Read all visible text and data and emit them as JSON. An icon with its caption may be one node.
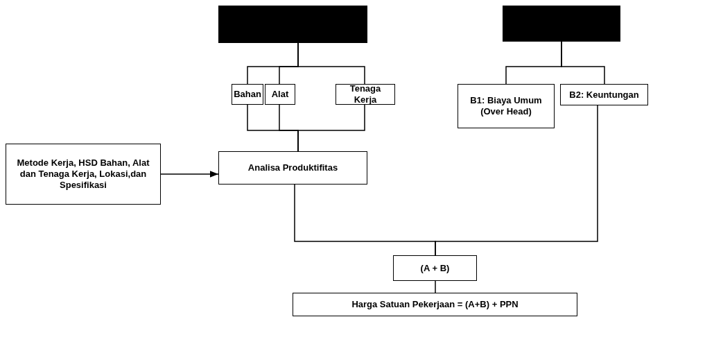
{
  "diagram": {
    "nodes": [
      {
        "text": [],
        "shape": "box"
      },
      {
        "text": [],
        "shape": "box"
      },
      {
        "text": [
          "Bahan"
        ]
      },
      {
        "text": [
          "Alat"
        ]
      },
      {
        "text": [
          "Tenaga Kerja"
        ]
      },
      {
        "text": [
          "B1: Biaya Umum (Over Head)"
        ]
      },
      {
        "text": [
          "B2: Keuntungan"
        ]
      },
      {
        "text": [
          "Metode Kerja, HSD Bahan, Alat dan Tenaga Kerja, Lokasi,dan Spesifikasi"
        ]
      },
      {
        "text": [
          "Analisa Produktifitas"
        ]
      },
      {
        "text": [
          "(A + B)"
        ]
      },
      {
        "text": [
          "Harga Satuan Pekerjaan = (A+B) + PPN"
        ]
      }
    ],
    "edges": [
      {
        "from": 0,
        "to": 2,
        "arrow": "none"
      },
      {
        "from": 0,
        "to": 3,
        "arrow": "none"
      },
      {
        "from": 0,
        "to": 4,
        "arrow": "none"
      },
      {
        "from": 2,
        "to": 8,
        "arrow": "none"
      },
      {
        "from": 3,
        "to": 8,
        "arrow": "none"
      },
      {
        "from": 4,
        "to": 8,
        "arrow": "none"
      },
      {
        "from": 1,
        "to": 5,
        "arrow": "none"
      },
      {
        "from": 1,
        "to": 6,
        "arrow": "none"
      },
      {
        "from": 7,
        "to": 8,
        "arrow": "to"
      },
      {
        "from": 8,
        "to": 9,
        "arrow": "none"
      },
      {
        "from": 6,
        "to": 9,
        "arrow": "none"
      },
      {
        "from": 9,
        "to": 10,
        "arrow": "none"
      }
    ]
  }
}
